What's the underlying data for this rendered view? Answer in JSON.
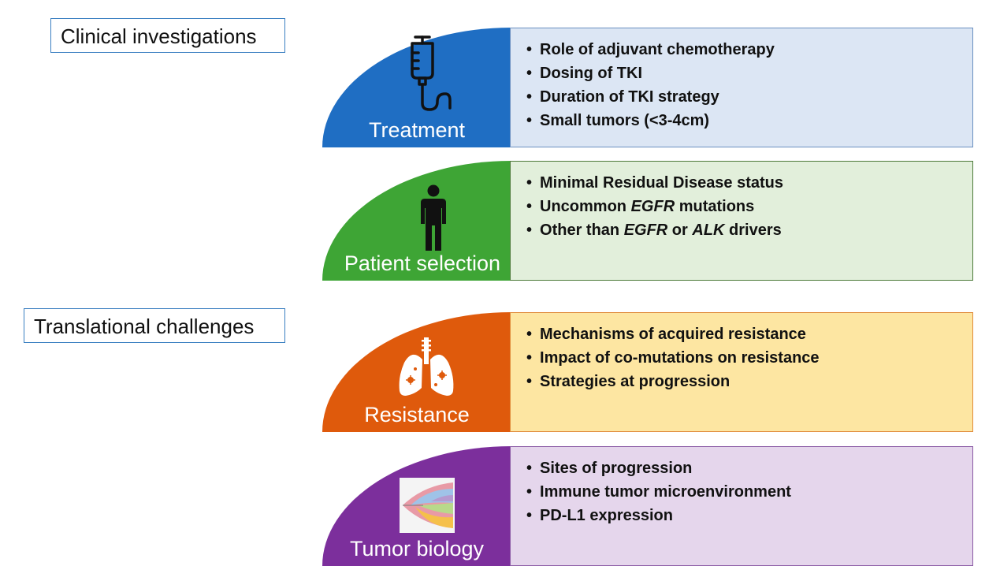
{
  "section_labels": {
    "clinical": "Clinical investigations",
    "translational": "Translational challenges"
  },
  "cards": [
    {
      "label": "Treatment",
      "icon": "iv-drip-icon",
      "colors": {
        "dome": "#1f6ec3",
        "box_fill": "#dce6f4",
        "box_border": "#6a8fc0"
      },
      "items": [
        "Role of adjuvant chemotherapy",
        "Dosing of TKI",
        "Duration of TKI strategy",
        "Small tumors (<3-4cm)"
      ]
    },
    {
      "label": "Patient selection",
      "icon": "person-icon",
      "colors": {
        "dome": "#3ea535",
        "box_fill": "#e2efdb",
        "box_border": "#4d7a3a"
      },
      "items": [
        "Minimal Residual Disease status",
        [
          "Uncommon ",
          {
            "i": "EGFR"
          },
          " mutations"
        ],
        [
          "Other than ",
          {
            "i": "EGFR"
          },
          " or ",
          {
            "i": "ALK"
          },
          " drivers"
        ]
      ]
    },
    {
      "label": "Resistance",
      "icon": "lungs-icon",
      "colors": {
        "dome": "#df5a0c",
        "box_fill": "#fde6a2",
        "box_border": "#e08a3a"
      },
      "items": [
        "Mechanisms of acquired resistance",
        "Impact of co-mutations on resistance",
        "Strategies at progression"
      ]
    },
    {
      "label": "Tumor biology",
      "icon": "clonal-evolution-icon",
      "colors": {
        "dome": "#7c2f9c",
        "box_fill": "#e5d6ec",
        "box_border": "#8a5aa5"
      },
      "items": [
        "Sites of progression",
        "Immune tumor microenvironment",
        "PD-L1 expression"
      ]
    }
  ]
}
